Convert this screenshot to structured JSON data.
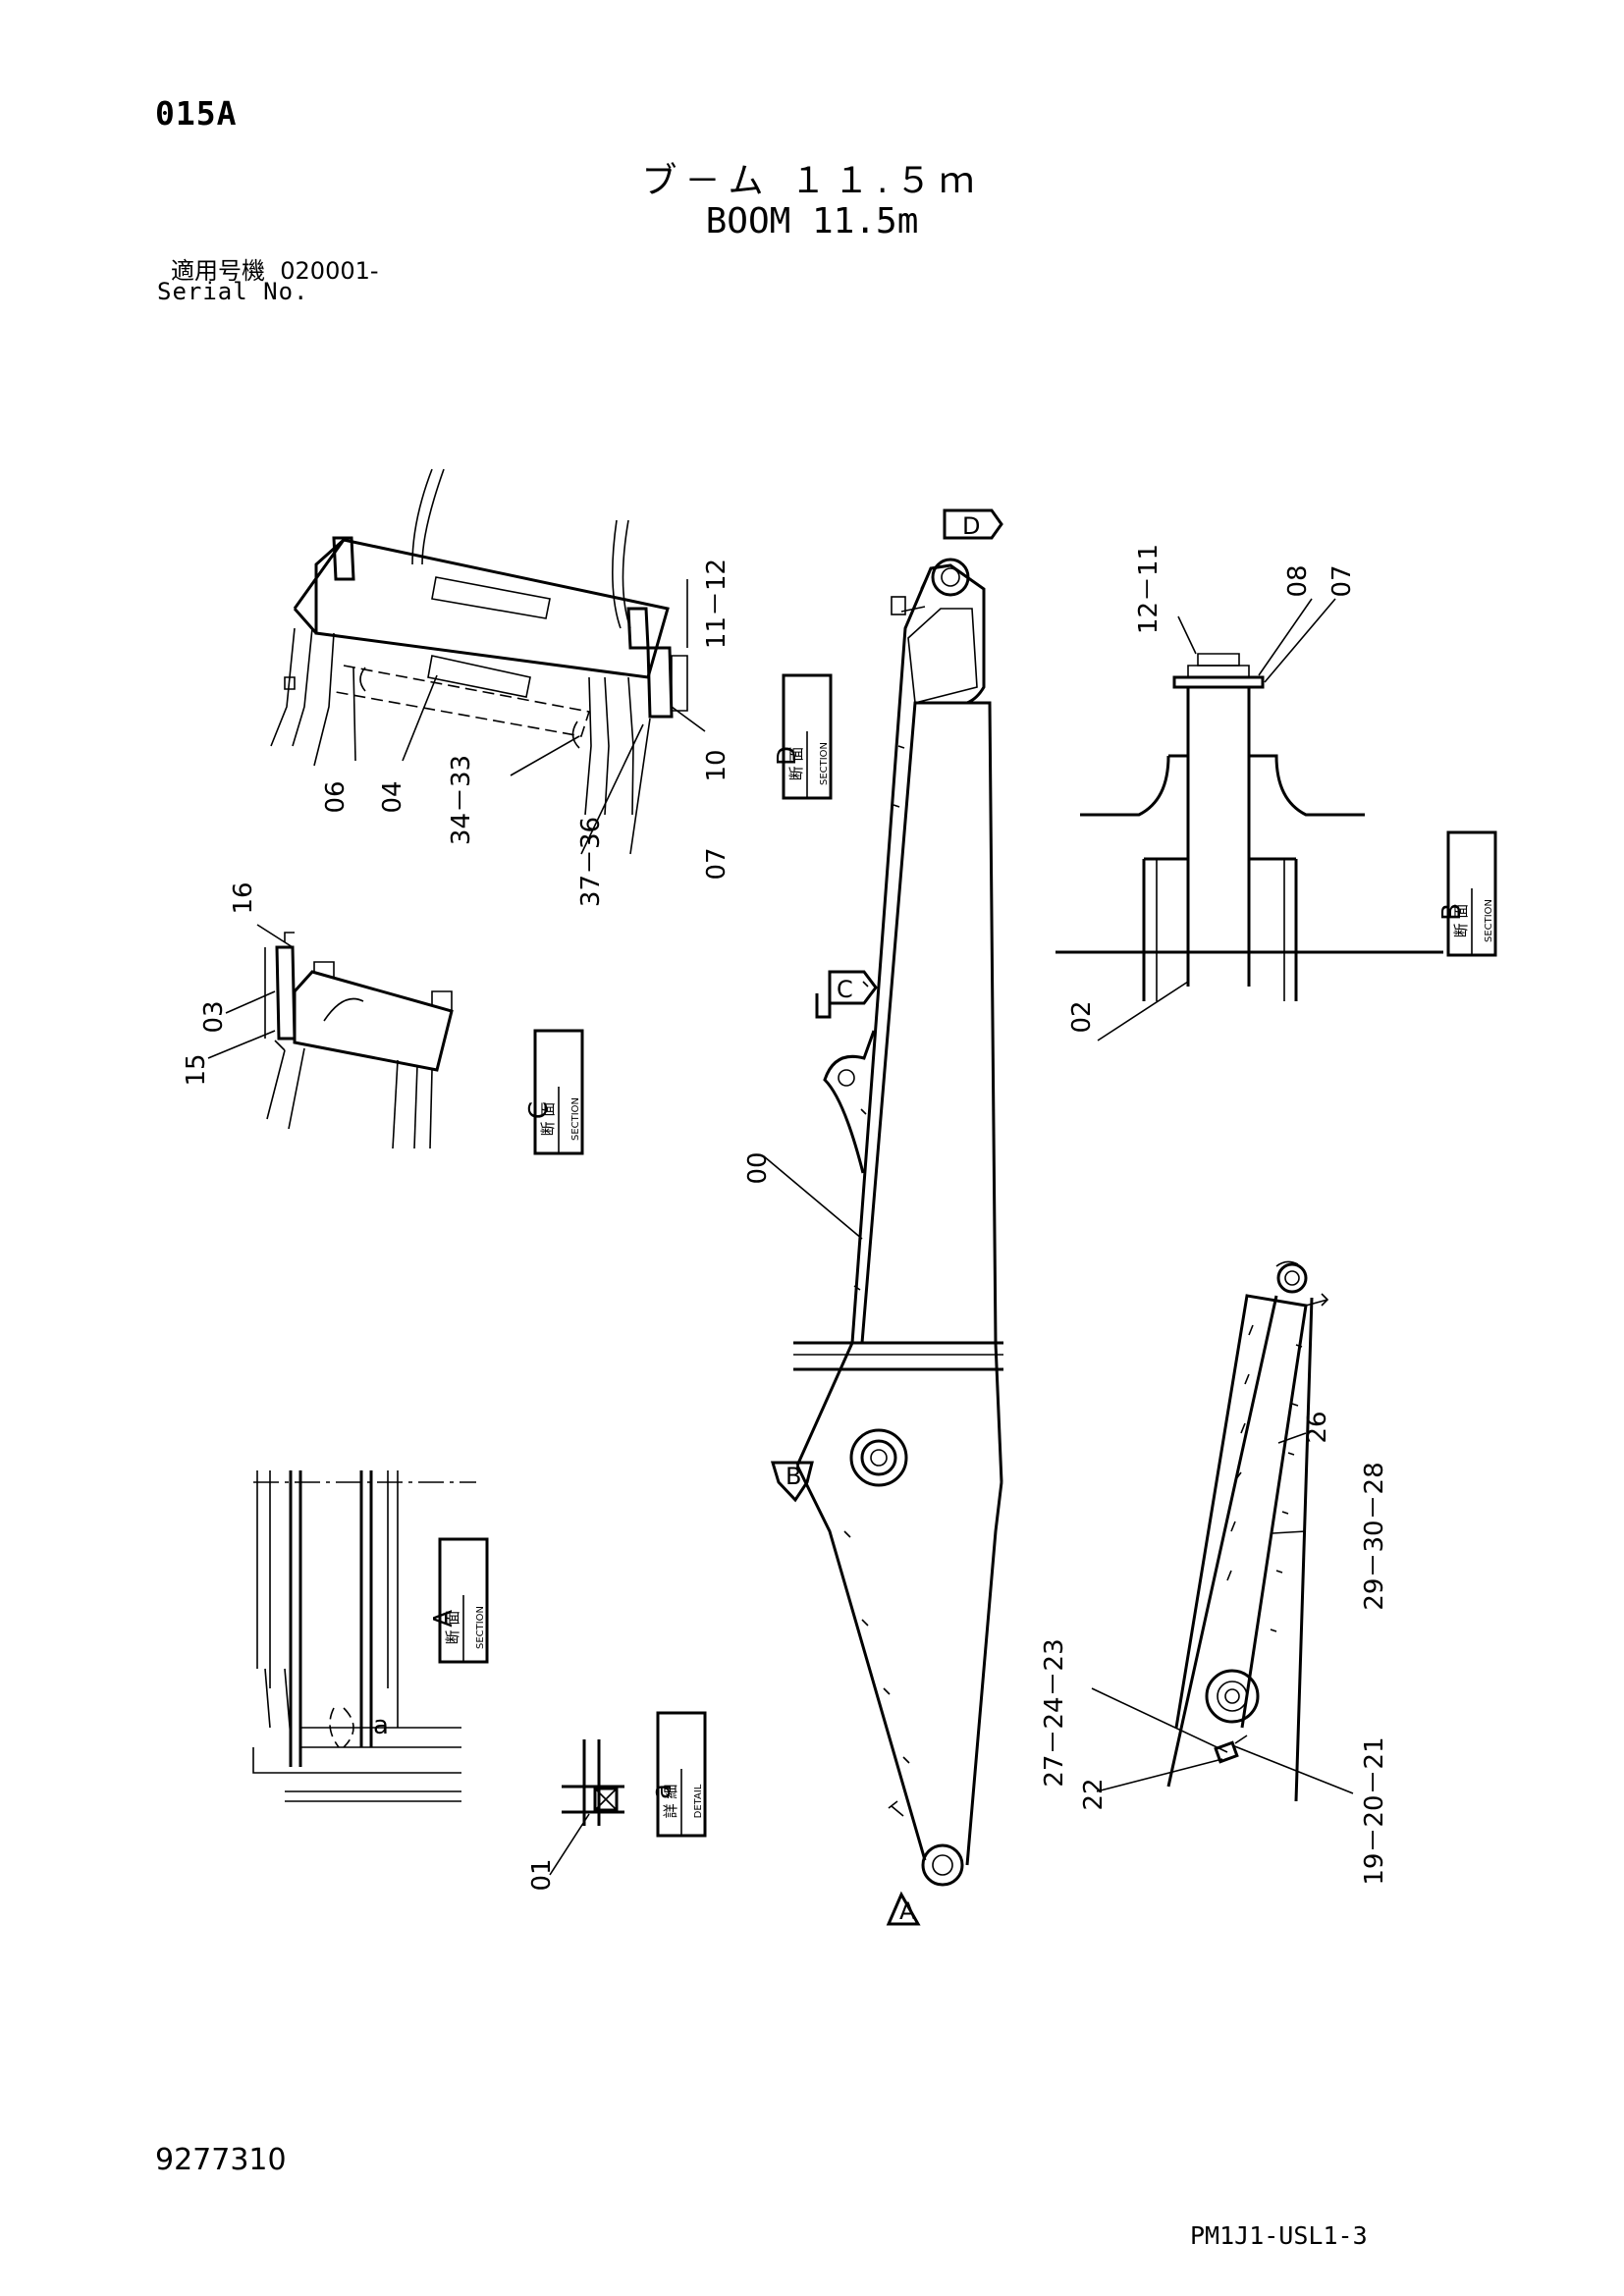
{
  "header": {
    "page_code": "015A",
    "title_jp": "ブ－ム １１.５ｍ",
    "title_en": "BOOM 11.5m",
    "serial_label_jp": "適用号機",
    "serial_value": "020001-",
    "serial_label_en": "Serial No."
  },
  "footer": {
    "drawing_number": "9277310",
    "sheet_ref": "PM1J1-USL1-3"
  },
  "section_labels": {
    "kanji_section": "断 面",
    "section_word": "SECTION",
    "kanji_detail": "詳 細",
    "detail_word": "DETAIL",
    "section_a": "A",
    "section_b": "B",
    "section_c": "C",
    "section_d": "D",
    "detail_a": "a"
  },
  "view_markers": {
    "a": "A",
    "b": "B",
    "c": "C",
    "d": "D",
    "detail": "a"
  },
  "callouts": {
    "p00": "00",
    "p01": "01",
    "p02": "02",
    "p03": "03",
    "p04": "04",
    "p06": "06",
    "p07": "07",
    "p07b": "07",
    "p08": "08",
    "p10": "10",
    "p11_12": "11－12",
    "p12_11": "12－11",
    "p15": "15",
    "p16": "16",
    "p19_20_21": "19－20－21",
    "p22": "22",
    "p26": "26",
    "p27_24_23": "27－24－23",
    "p29_30_28": "29－30－28",
    "p34_33": "34－33",
    "p37_36": "37－36"
  }
}
